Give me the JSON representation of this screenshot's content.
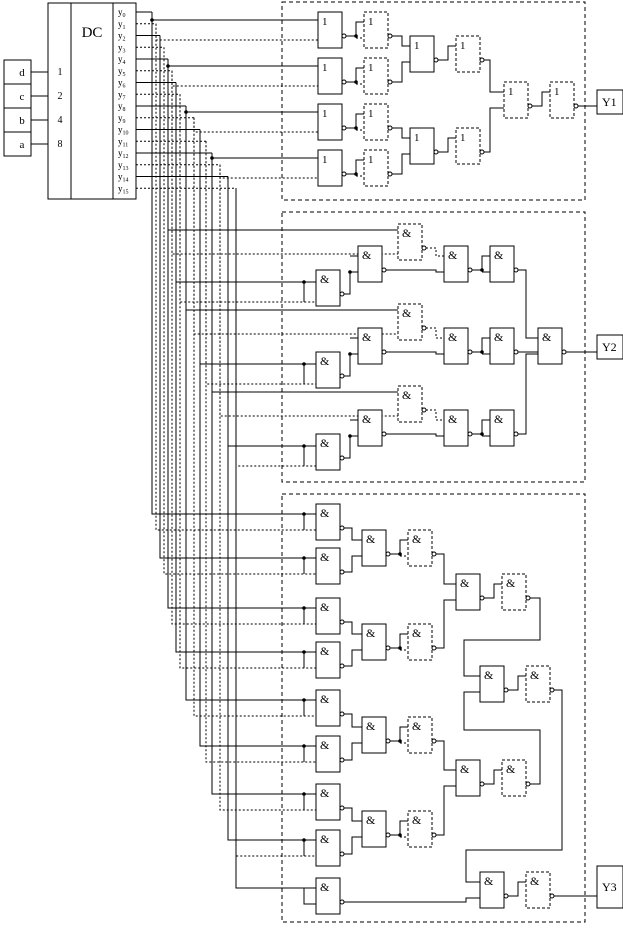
{
  "decoder": {
    "label": "DC",
    "inputs": [
      {
        "letter": "d",
        "weight": "1"
      },
      {
        "letter": "c",
        "weight": "2"
      },
      {
        "letter": "b",
        "weight": "4"
      },
      {
        "letter": "a",
        "weight": "8"
      }
    ],
    "outputs": [
      "y0",
      "y1",
      "y2",
      "y3",
      "y4",
      "y5",
      "y6",
      "y7",
      "y8",
      "y9",
      "y10",
      "y11",
      "y12",
      "y13",
      "y14",
      "y15"
    ]
  },
  "gate_symbols": {
    "or": "1",
    "and": "&"
  },
  "outputs": {
    "y1": "Y1",
    "y2": "Y2",
    "y3": "Y3"
  },
  "colors": {
    "ink": "#000000",
    "background": "#ffffff"
  }
}
